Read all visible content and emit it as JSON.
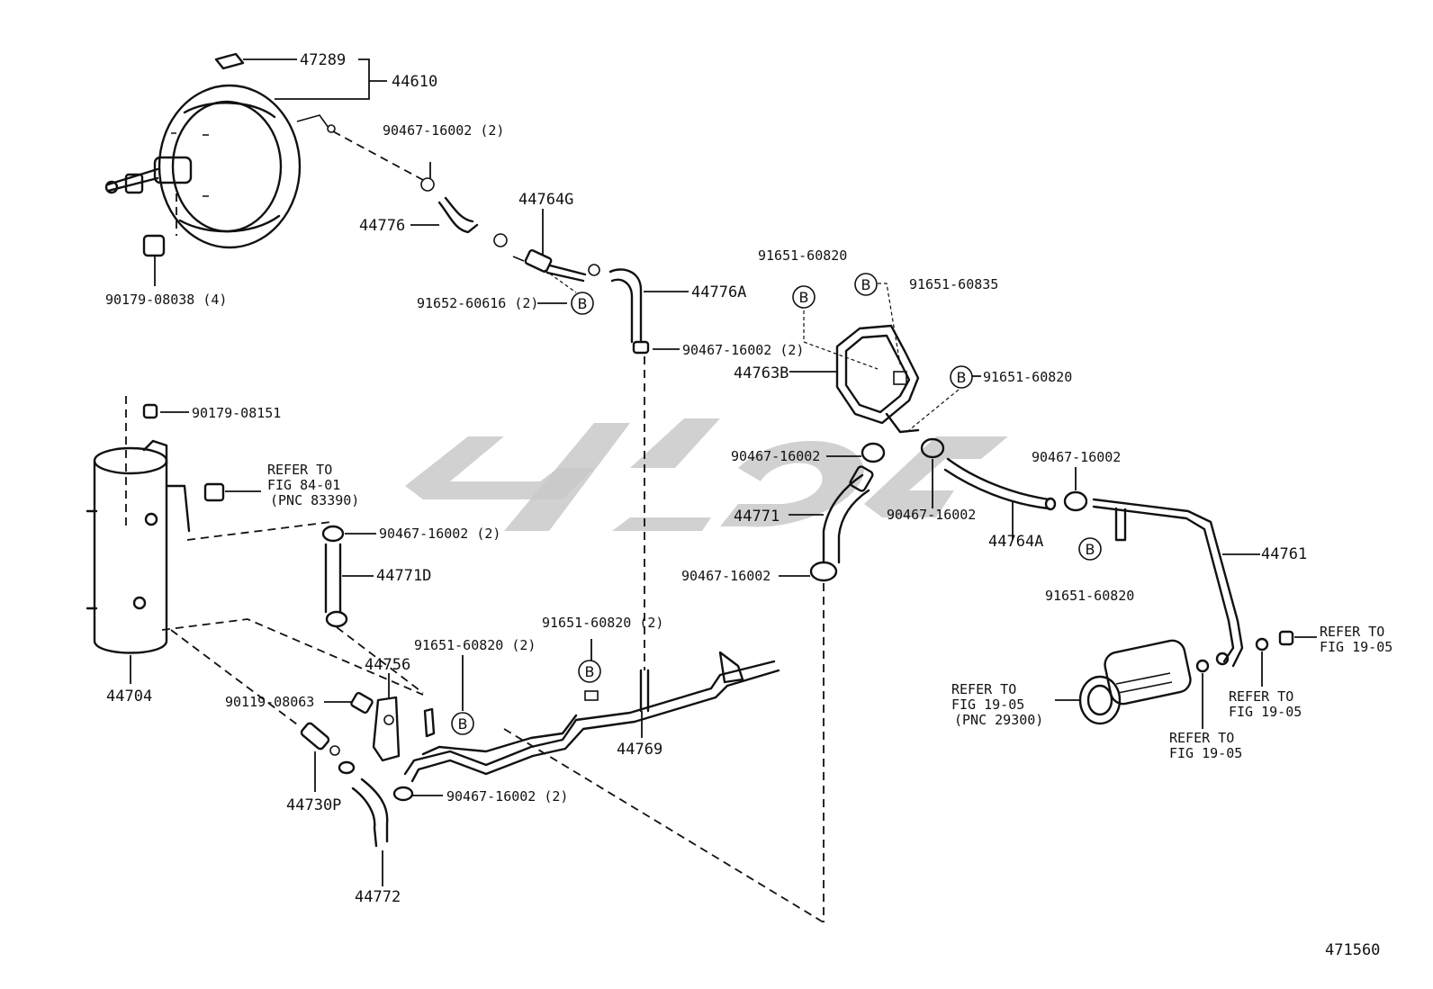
{
  "figure_number": "471560",
  "callouts": {
    "c47289": "47289",
    "c44610": "44610",
    "c9046716002_2a": "90467-16002 (2)",
    "c44776": "44776",
    "c44764G": "44764G",
    "c9017908038": "90179-08038 (4)",
    "c9165260616": "91652-60616 (2)",
    "c44776A": "44776A",
    "c9046716002_2b": "90467-16002 (2)",
    "c9165160820_top": "91651-60820",
    "c9165160835": "91651-60835",
    "c44763B": "44763B",
    "c9165160820_right": "91651-60820",
    "c9017908151": "90179-08151",
    "c9046716002_left": "90467-16002",
    "c9046716002_mid": "90467-16002",
    "c9046716002_right": "90467-16002",
    "c44771": "44771",
    "c44764A": "44764A",
    "c44761": "44761",
    "c9165160820_b": "91651-60820",
    "c9046716002_low": "90467-16002",
    "c9046716002_2c": "90467-16002 (2)",
    "c44771D": "44771D",
    "c44704": "44704",
    "c44756": "44756",
    "c9165160820_2a": "91651-60820 (2)",
    "c9165160820_2b": "91651-60820 (2)",
    "c9011908063": "90119-08063",
    "c44769": "44769",
    "c44730P": "44730P",
    "c9046716002_2d": "90467-16002 (2)",
    "c44772": "44772"
  },
  "references": {
    "fig8401_l1": "REFER TO",
    "fig8401_l2": "FIG 84-01",
    "fig8401_l3": "(PNC 83390)",
    "fig1905a_l1": "REFER TO",
    "fig1905a_l2": "FIG 19-05",
    "fig1905b_l1": "REFER TO",
    "fig1905b_l2": "FIG 19-05",
    "fig1905c_l1": "REFER TO",
    "fig1905c_l2": "FIG 19-05",
    "fig1905d_l1": "REFER TO",
    "fig1905d_l2": "FIG 19-05",
    "fig1905d_l3": "(PNC 29300)"
  },
  "markers": {
    "b": "B"
  }
}
